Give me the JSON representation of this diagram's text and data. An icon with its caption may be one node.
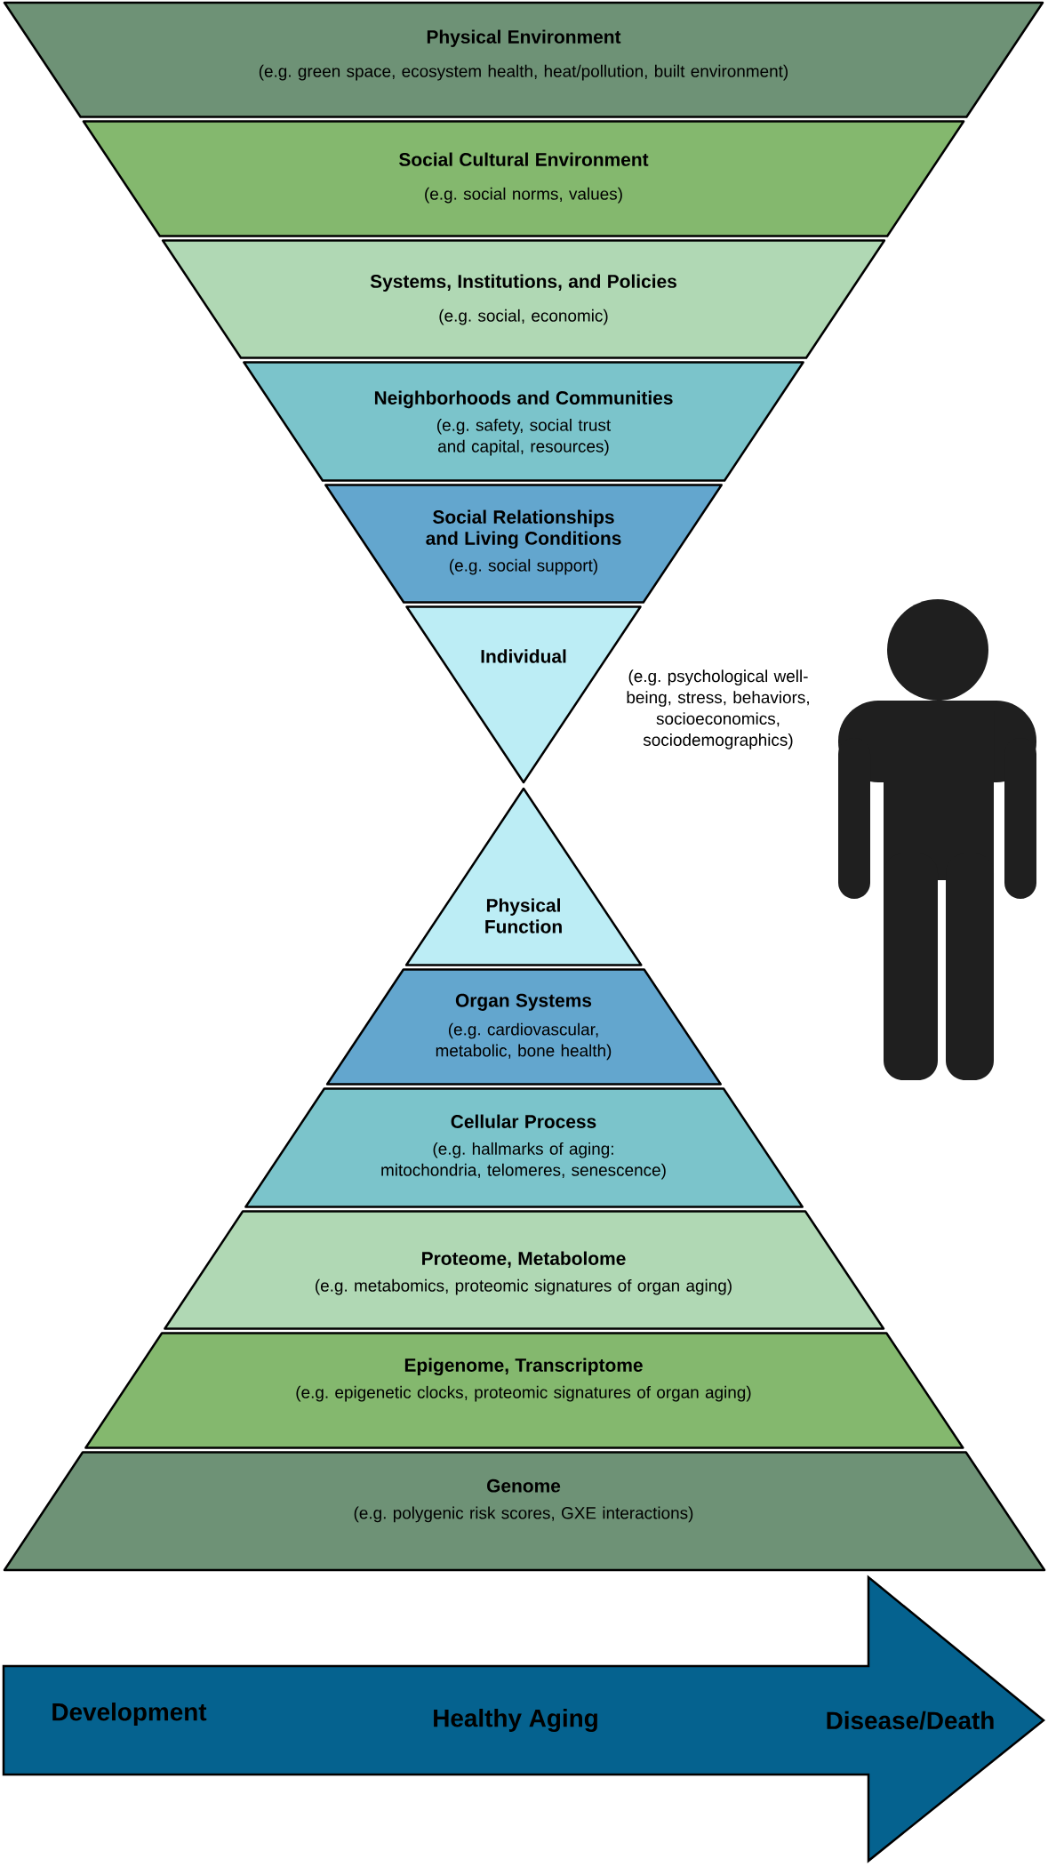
{
  "diagram": {
    "nodes": [
      {
        "text": [
          "Physical Environment",
          "(e.g. green space, ecosystem health, heat/pollution, built environment)"
        ]
      },
      {
        "text": [
          "Social Cultural Environment",
          "(e.g. social norms, values)"
        ]
      },
      {
        "text": [
          "Systems, Institutions, and Policies",
          "(e.g. social, economic)"
        ]
      },
      {
        "text": [
          "Neighborhoods and Communities",
          "(e.g. safety, social trust and capital, resources)"
        ]
      },
      {
        "text": [
          "Social Relationships and Living Conditions",
          "(e.g. social support)"
        ]
      },
      {
        "text": [
          "Individual"
        ],
        "beside": [
          "(e.g. psychological well-being, stress, behaviors, socioeconomics, sociodemographics)"
        ]
      },
      {
        "text": [
          "Physical Function"
        ]
      },
      {
        "text": [
          "Organ Systems",
          "(e.g. cardiovascular, metabolic, bone health)"
        ]
      },
      {
        "text": [
          "Cellular Process",
          "(e.g. hallmarks of aging: mitochondria, telomeres, senescence)"
        ]
      },
      {
        "text": [
          "Proteome, Metabolome",
          "(e.g. metabomics, proteomic signatures of organ aging)"
        ]
      },
      {
        "text": [
          "Epigenome, Transcriptome",
          "(e.g. epigenetic clocks, proteomic signatures of organ aging)"
        ]
      },
      {
        "text": [
          "Genome",
          "(e.g. polygenic risk scores, GXE interactions)"
        ]
      },
      {
        "text": [
          "Development",
          "Healthy Aging",
          "Disease/Death"
        ]
      }
    ]
  }
}
